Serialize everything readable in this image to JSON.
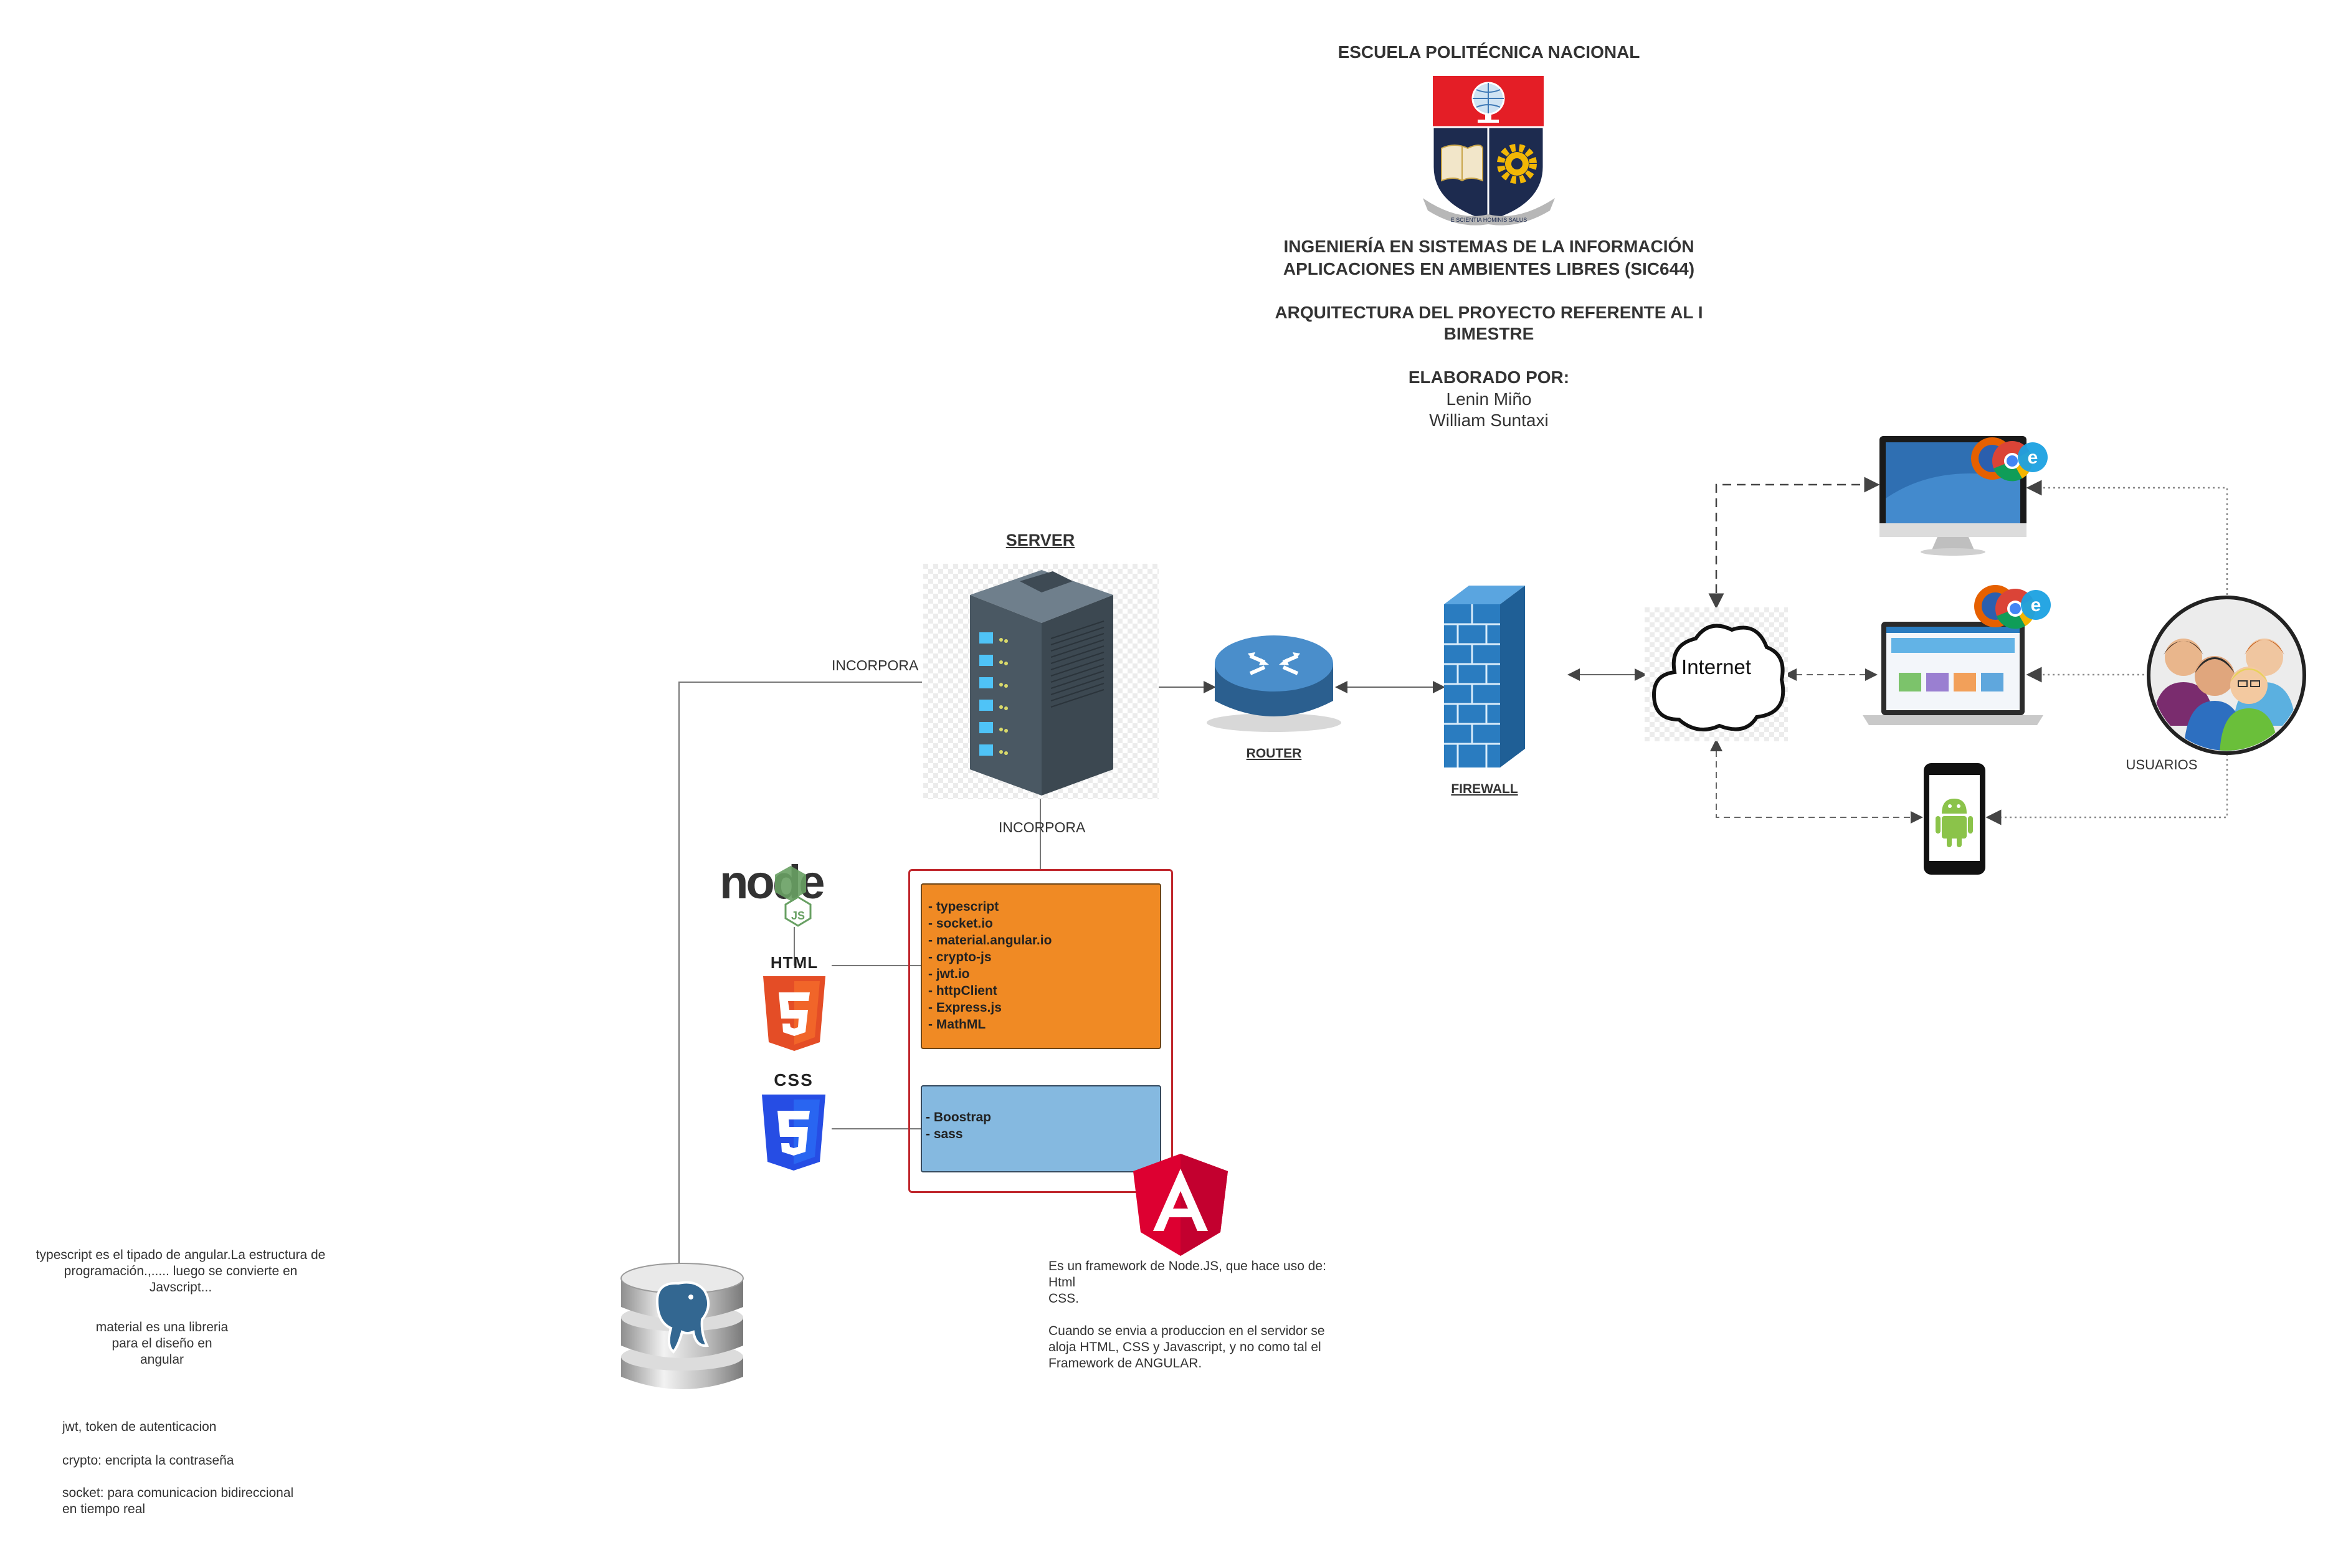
{
  "header": {
    "institution": "ESCUELA POLITÉCNICA NACIONAL",
    "career": "INGENIERÍA EN SISTEMAS DE LA INFORMACIÓN",
    "course": "APLICACIONES EN AMBIENTES LIBRES (SIC644)",
    "project_line1": "ARQUITECTURA DEL PROYECTO REFERENTE AL I",
    "project_line2": "BIMESTRE",
    "authored_by": "ELABORADO POR:",
    "authors": [
      "Lenin Miño",
      "William Suntaxi"
    ],
    "seal_motto": "E SCIENTIA HOMINIS SALUS"
  },
  "nodes": {
    "server": "SERVER",
    "router": "ROUTER",
    "firewall": "FIREWALL",
    "internet": "Internet",
    "users": "USUARIOS"
  },
  "edges": {
    "incorpora_db": "INCORPORA",
    "incorpora_stack": "INCORPORA"
  },
  "stack": {
    "js_libraries": [
      "- typescript",
      "- socket.io",
      "- material.angular.io",
      "- crypto-js",
      "- jwt.io",
      "- httpClient",
      "- Express.js",
      "- MathML"
    ],
    "css_libraries": [
      "- Boostrap",
      "- sass"
    ],
    "html_badge": "HTML",
    "css_badge": "CSS",
    "node_logo": "node",
    "node_js_badge": "JS"
  },
  "angular_note": {
    "line1": "Es un framework de Node.JS, que hace uso de:",
    "line2": "Html",
    "line3": "CSS.",
    "line4": "Cuando se envia a produccion en el servidor se",
    "line5": "aloja HTML, CSS y Javascript, y no como tal el",
    "line6": "Framework de ANGULAR."
  },
  "left_notes": {
    "typescript_1": "typescript es el tipado de angular.La estructura de",
    "typescript_2": "programación.,..... luego se convierte en",
    "typescript_3": "Javscript...",
    "material_1": "material es una libreria",
    "material_2": "para el diseño en",
    "material_3": "angular",
    "jwt": "jwt, token de autenticacion",
    "crypto": "crypto: encripta la contraseña",
    "socket_1": "socket: para comunicacion bidireccional",
    "socket_2": "en tiempo real"
  },
  "colors": {
    "orange_box": "#f08a24",
    "blue_box": "#85b9e0",
    "red_frame": "#c0272d",
    "firewall_blue": "#2a7cc0",
    "angular_red": "#dd0031",
    "html5_orange": "#e44d26",
    "css3_blue": "#264de4",
    "node_green": "#68a063"
  }
}
